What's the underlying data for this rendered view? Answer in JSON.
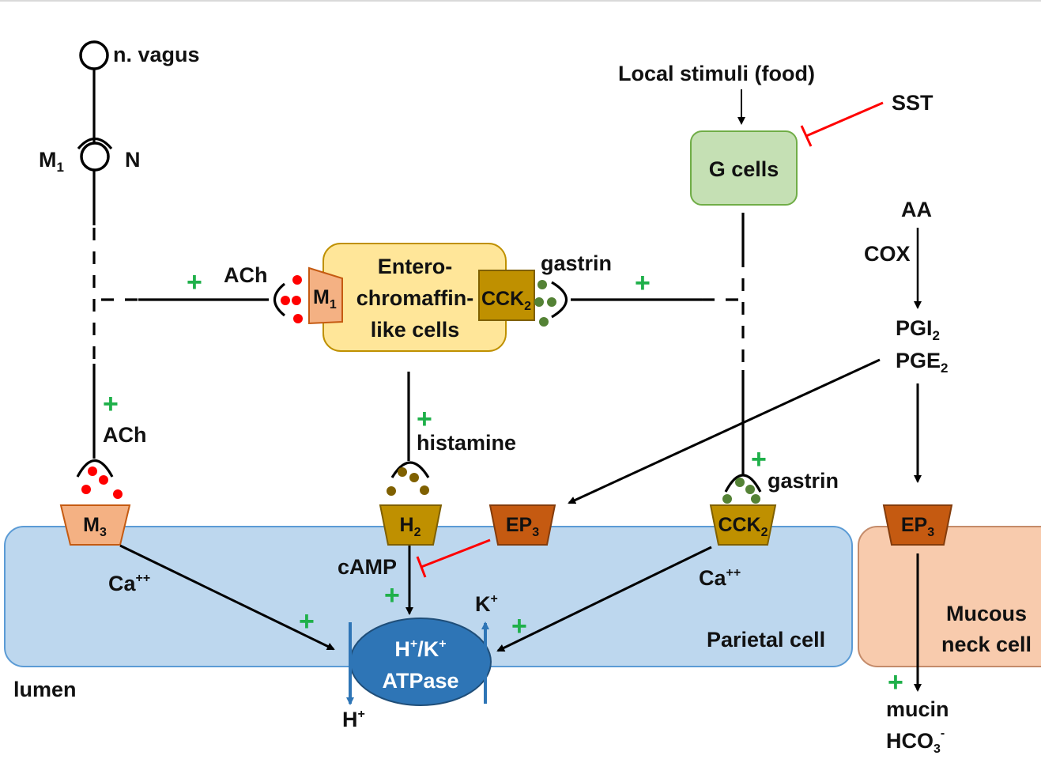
{
  "colors": {
    "parietal_fill": "#bdd7ee",
    "parietal_stroke": "#5b9bd5",
    "mucous_fill": "#f8cbad",
    "mucous_stroke": "#c48b6a",
    "g_cells_fill": "#c5e0b4",
    "g_cells_stroke": "#70ad47",
    "ecl_fill": "#ffe699",
    "ecl_stroke": "#bf9000",
    "m_receptor": "#f4b183",
    "h2_cck2_receptor": "#bf9000",
    "ep3_receptor": "#c55a11",
    "atpase": "#2e75b6",
    "ach_dots": "#ff0000",
    "gastrin_dots": "#548235",
    "histamine_dots": "#7f6000",
    "inhibit": "#ff0000",
    "plus": "#1fb04a"
  },
  "nerve": {
    "label": "n. vagus",
    "left_receptor": "M",
    "left_sub": "1",
    "right_receptor": "N"
  },
  "stimuli": {
    "local_food": "Local stimuli (food)",
    "sst": "SST"
  },
  "g_cells": {
    "label": "G cells"
  },
  "ecl": {
    "line1": "Entero-",
    "line2": "chromaffin-",
    "line3": "like cells",
    "m1_main": "M",
    "m1_sub": "1",
    "cck2_main": "CCK",
    "cck2_sub": "2"
  },
  "mediators": {
    "ach": "ACh",
    "gastrin": "gastrin",
    "histamine": "histamine",
    "plus": "+"
  },
  "aa_pathway": {
    "aa": "AA",
    "cox": "COX",
    "pgi2_main": "PGI",
    "pgi2_sub": "2",
    "pge2_main": "PGE",
    "pge2_sub": "2"
  },
  "receptors": {
    "m3_main": "M",
    "m3_sub": "3",
    "h2_main": "H",
    "h2_sub": "2",
    "ep3_main": "EP",
    "ep3_sub": "3",
    "cck2_main": "CCK",
    "cck2_sub": "2"
  },
  "parietal": {
    "label": "Parietal cell",
    "ca_main": "Ca",
    "ca_sup": "++",
    "camp": "cAMP"
  },
  "atpase": {
    "h_main": "H",
    "h_sup": "+",
    "slash": "/",
    "k_main": "K",
    "k_sup": "+",
    "line2": "ATPase"
  },
  "ions": {
    "k_main": "K",
    "k_sup": "+",
    "h_main": "H",
    "h_sup": "+"
  },
  "lumen": "lumen",
  "mucous": {
    "line1": "Mucous",
    "line2": "neck cell"
  },
  "outputs": {
    "mucin": "mucin",
    "hco3_main": "HCO",
    "hco3_sub": "3",
    "hco3_sup": "-"
  }
}
